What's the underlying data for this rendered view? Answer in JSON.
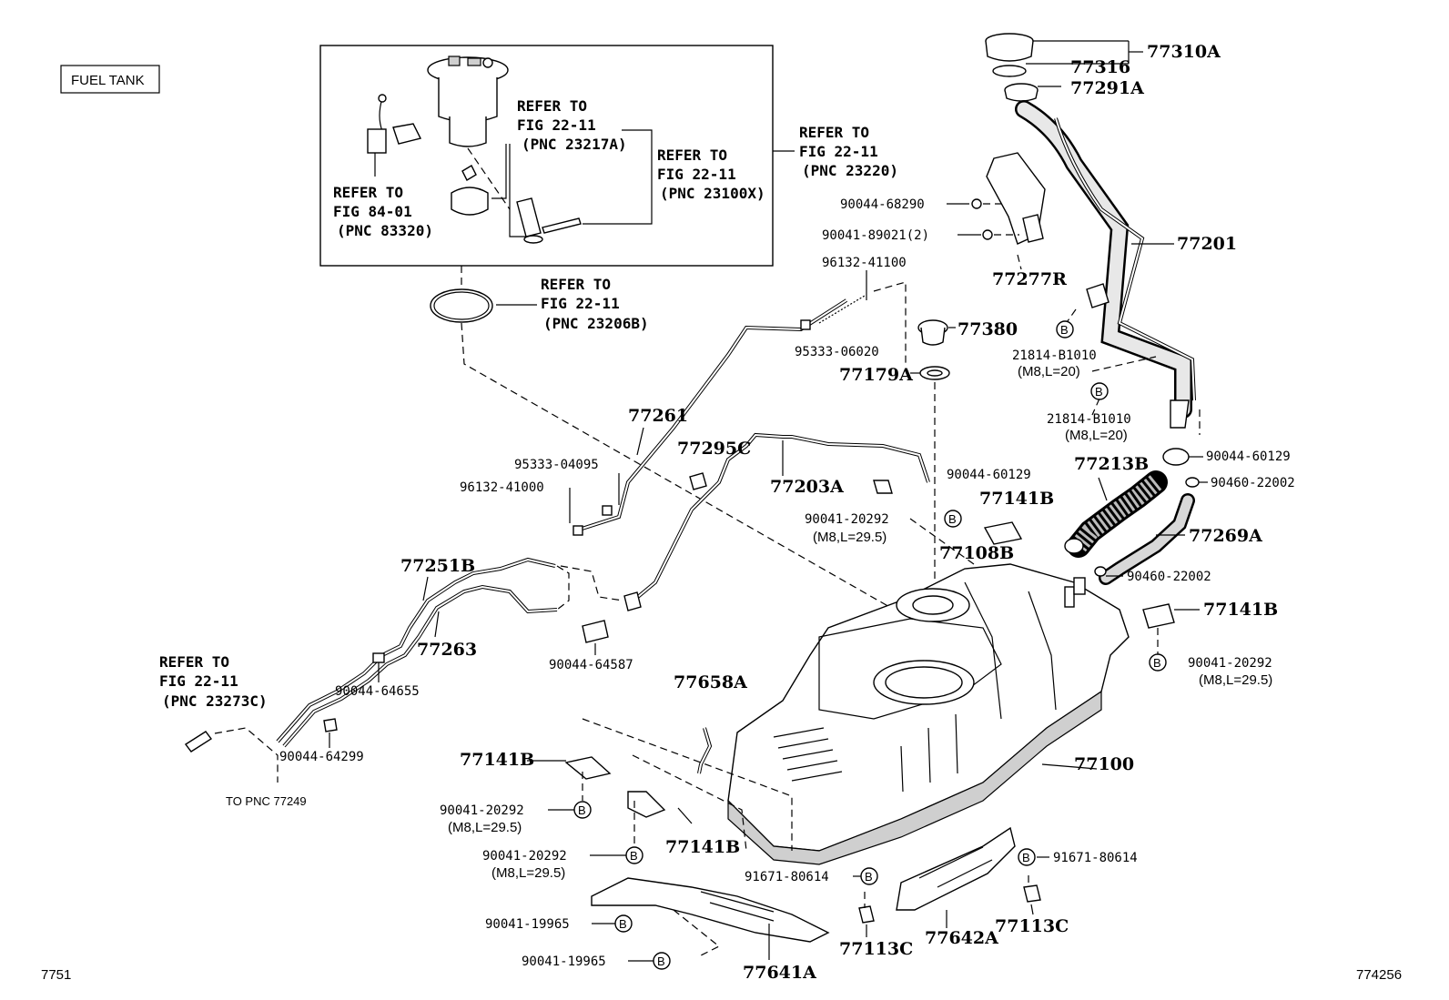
{
  "title": "FUEL TANK",
  "figure_id": "7751",
  "image_no": "774256",
  "refs": {
    "r1": [
      "REFER TO",
      "FIG 22-11",
      "(PNC 23217A)"
    ],
    "r2": [
      "REFER TO",
      "FIG 22-11",
      "(PNC 23100X)"
    ],
    "r3": [
      "REFER TO",
      "FIG 84-01",
      "(PNC 83320)"
    ],
    "r4": [
      "REFER TO",
      "FIG 22-11",
      "(PNC 23220)"
    ],
    "r5": [
      "REFER TO",
      "FIG 22-11",
      "(PNC 23206B)"
    ],
    "r6": [
      "REFER TO",
      "FIG 22-11",
      "(PNC 23273C)"
    ],
    "to_pnc": "TO PNC 77249"
  },
  "callouts": {
    "p77310A": "77310A",
    "p77316": "77316",
    "p77291A": "77291A",
    "p77201": "77201",
    "p9004468290": "90044-68290",
    "p90041_89021": "90041-89021(2)",
    "p77277R": "77277R",
    "p9613241100": "96132-41100",
    "p77380": "77380",
    "p9533306020": "95333-06020",
    "p77179A": "77179A",
    "p21814a": "21814-B1010",
    "p21814a_spec": "(M8,L=20)",
    "p21814b": "21814-B1010",
    "p21814b_spec": "(M8,L=20)",
    "p9004460129a": "90044-60129",
    "p9046022002a": "90460-22002",
    "p77213B": "77213B",
    "p9004460129b": "90044-60129",
    "p77141B_a": "77141B",
    "p77269A": "77269A",
    "p9004120292a": "90041-20292",
    "p9004120292a_spec": "(M8,L=29.5)",
    "p77108B": "77108B",
    "p9046022002b": "90460-22002",
    "p77141B_b": "77141B",
    "p9004120292b": "90041-20292",
    "p9004120292b_spec": "(M8,L=29.5)",
    "p77261": "77261",
    "p77295C": "77295C",
    "p9533304095": "95333-04095",
    "p9613241000": "96132-41000",
    "p77203A": "77203A",
    "p77251B": "77251B",
    "p77263": "77263",
    "p9004464587": "90044-64587",
    "p9004464655": "90044-64655",
    "p9004464299": "90044-64299",
    "p77658A": "77658A",
    "p77141B_c": "77141B",
    "p9004120292c": "90041-20292",
    "p9004120292c_spec": "(M8,L=29.5)",
    "p77141B_d": "77141B",
    "p9004120292d": "90041-20292",
    "p9004120292d_spec": "(M8,L=29.5)",
    "p77100": "77100",
    "p9004119965a": "90041-19965",
    "p9004119965b": "90041-19965",
    "p77641A": "77641A",
    "p9167180614a": "91671-80614",
    "p77113C_a": "77113C",
    "p77642A": "77642A",
    "p9167180614b": "91671-80614",
    "p77113C_b": "77113C",
    "b_marker": "B"
  }
}
